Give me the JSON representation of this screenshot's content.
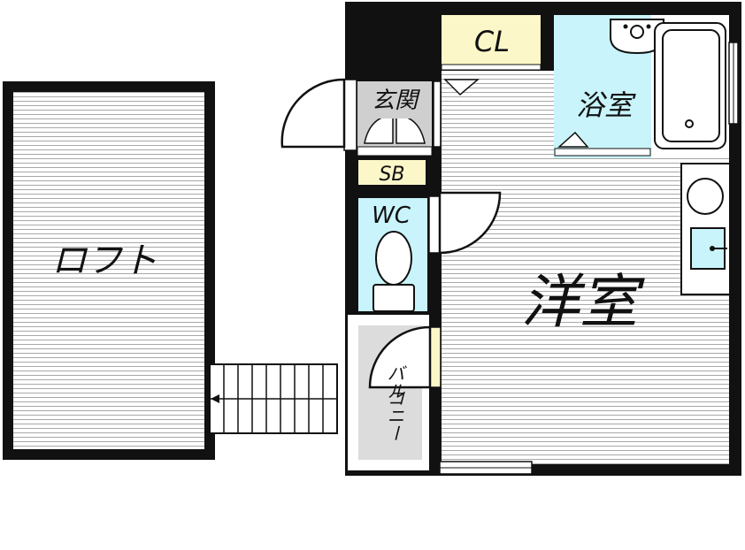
{
  "rooms": {
    "loft": "ロフト",
    "closet": "CL",
    "bathroom": "浴室",
    "entrance": "玄関",
    "shoe_box": "SB",
    "toilet": "WC",
    "western_room": "洋室",
    "balcony_line1": "バル",
    "balcony_line2": "コニー"
  },
  "colors": {
    "wall": "#111111",
    "floor_stripe": "#9a9a9a",
    "closet_fill": "#fbf7c8",
    "bath_fill": "#c9f4fb",
    "toilet_fill": "#c9f4fb",
    "shoebox_fill": "#fbf7c8",
    "balcony_fill": "#dcdcdc",
    "entrance_fill": "#cfcfcf"
  }
}
